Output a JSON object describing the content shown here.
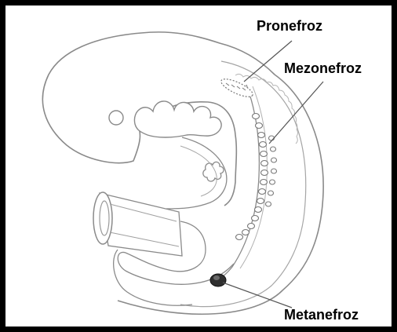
{
  "labels": {
    "pronefroz": "Pronefroz",
    "mezonefroz": "Mezonefroz",
    "metanefroz": "Metanefroz"
  },
  "colors": {
    "frame": "#000000",
    "outline": "#8a8a8a",
    "text": "#000000",
    "metanephros_fill": "#2f2f2f"
  }
}
